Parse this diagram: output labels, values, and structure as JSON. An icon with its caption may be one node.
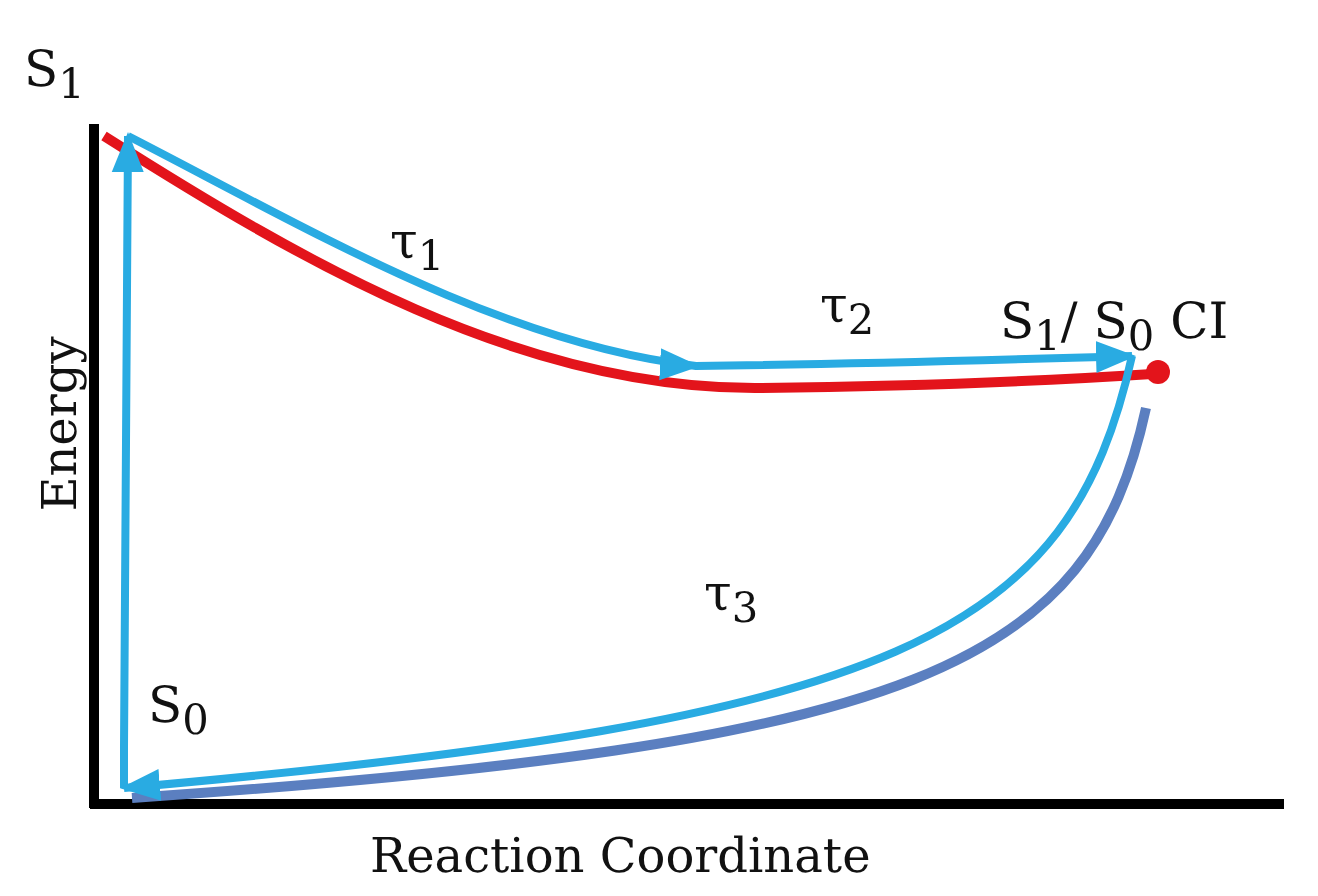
{
  "diagram": {
    "nodes": [
      {
        "text": [
          "S$_{1}$"
        ]
      },
      {
        "text": [
          "S$_{1}$/ S$_{0}$ CI"
        ]
      },
      {
        "text": [
          "S$_{0}$"
        ]
      }
    ],
    "edges": [
      {
        "from": 2,
        "to": 0,
        "arrow": "to"
      },
      {
        "from": 0,
        "to": 1,
        "arrow": "to"
      },
      {
        "from": 1,
        "to": 2,
        "arrow": "to"
      }
    ],
    "labels": [
      "τ$_{1}$",
      "τ$_{2}$",
      "τ$_{3}$",
      "Energy",
      "Reaction Coordinate"
    ]
  }
}
